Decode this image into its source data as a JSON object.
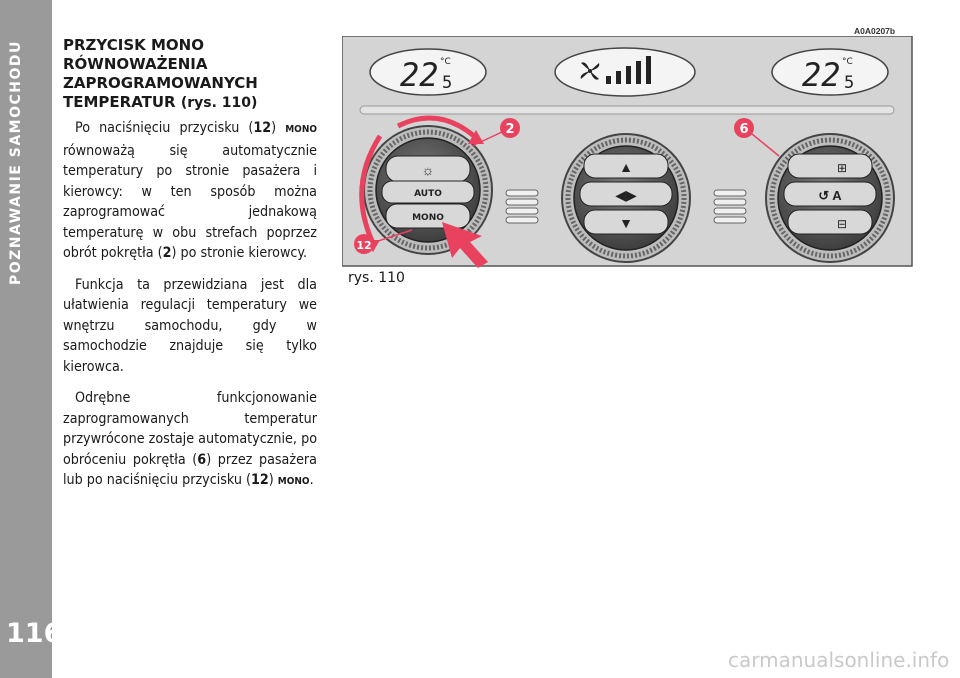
{
  "sidebar": {
    "section_title": "POZNAWANIE SAMOCHODU",
    "page_number": "116"
  },
  "article": {
    "heading_line1": "PRZYCISK MONO",
    "heading_line2": "RÓWNOWAŻENIA",
    "heading_line3": "ZAPROGRAMOWANYCH",
    "heading_line4": "TEMPERATUR",
    "heading_ref": "(rys. 110)",
    "p1_a": "Po naciśnięciu przycisku (",
    "p1_num": "12",
    "p1_b": ") ",
    "p1_mono": "MONO",
    "p1_c": " równoważą się automatycznie temperatury po stronie pasażera i kierowcy: w ten sposób można zaprogramować jednakową temperaturę w obu strefach poprzez obrót pokrętła (",
    "p1_knob": "2",
    "p1_d": ") po stronie kierowcy.",
    "p2": "Funkcja ta przewidziana jest dla ułatwienia regulacji temperatury we wnętrzu samochodu, gdy w samochodzie znajduje się tylko kierowca.",
    "p3_a": "Odrębne funkcjonowanie zaprogramowanych temperatur przywrócone zostaje automatycznie, po obróceniu pokrętła (",
    "p3_knob": "6",
    "p3_b": ") przez pasażera lub po naciśnięciu przycisku (",
    "p3_num": "12",
    "p3_c": ") ",
    "p3_mono": "MONO",
    "p3_d": "."
  },
  "figure": {
    "code": "A0A0207b",
    "caption": "rys. 110",
    "left_display": {
      "temp_main": "22",
      "temp_decimal": "5",
      "unit": "°C"
    },
    "right_display": {
      "temp_main": "22",
      "temp_decimal": "5",
      "unit": "°C"
    },
    "left_knob": {
      "auto_label": "AUTO",
      "mono_label": "MONO"
    },
    "callouts": {
      "left_knob": "2",
      "right_knob": "6",
      "mono_button": "12"
    },
    "colors": {
      "panel": "#d4d4d4",
      "knob": "#4d4d4d",
      "callout": "#e8425f"
    }
  },
  "watermark": "carmanualsonline.info"
}
